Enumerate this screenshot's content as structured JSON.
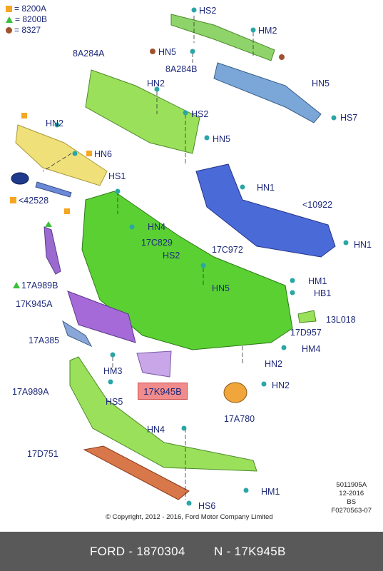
{
  "legend": [
    {
      "symbol": "square",
      "code": "= 8200A",
      "color": "#f5a623"
    },
    {
      "symbol": "triangle",
      "code": "= 8200B",
      "color": "#3cbf3c"
    },
    {
      "symbol": "circle",
      "code": "= 8327",
      "color": "#a0522d"
    }
  ],
  "labels": {
    "hs2_top": "HS2",
    "hm2": "HM2",
    "hn5_top": "HN5",
    "p8a284b": "8A284B",
    "p8a284a": "8A284A",
    "hn2_a": "HN2",
    "hs2_mid": "HS2",
    "hn5_right": "HN5",
    "hs7": "HS7",
    "hn2_left": "HN2",
    "hn5_mid": "HN5",
    "hn6": "HN6",
    "hs1": "HS1",
    "p42528": "<42528",
    "hn1_a": "HN1",
    "p10922": "<10922",
    "hn1_b": "HN1",
    "hn4_top": "HN4",
    "p17c829": "17C829",
    "hs2_low": "HS2",
    "p17c972": "17C972",
    "p17a989b": "17A989B",
    "hm1_a": "HM1",
    "hn5_low": "HN5",
    "hb1": "HB1",
    "p17k945a": "17K945A",
    "p13l018": "13L018",
    "p17a385": "17A385",
    "p17d957": "17D957",
    "hm4": "HM4",
    "hn2_low": "HN2",
    "hm3": "HM3",
    "p17k945b": "17K945B",
    "p17a989a": "17A989A",
    "hn2_b": "HN2",
    "hs5": "HS5",
    "p17a780": "17A780",
    "hn4_low": "HN4",
    "p17d751": "17D751",
    "hm1_b": "HM1",
    "hs6": "HS6"
  },
  "meta": {
    "line1": "5011905A",
    "line2": "12-2016",
    "line3": "BS",
    "line4": "F0270563-07"
  },
  "copyright": "© Copyright, 2012 - 2016, Ford Motor Company Limited",
  "footer": {
    "brand_number": "FORD - 1870304",
    "part": "N - 17K945B"
  }
}
